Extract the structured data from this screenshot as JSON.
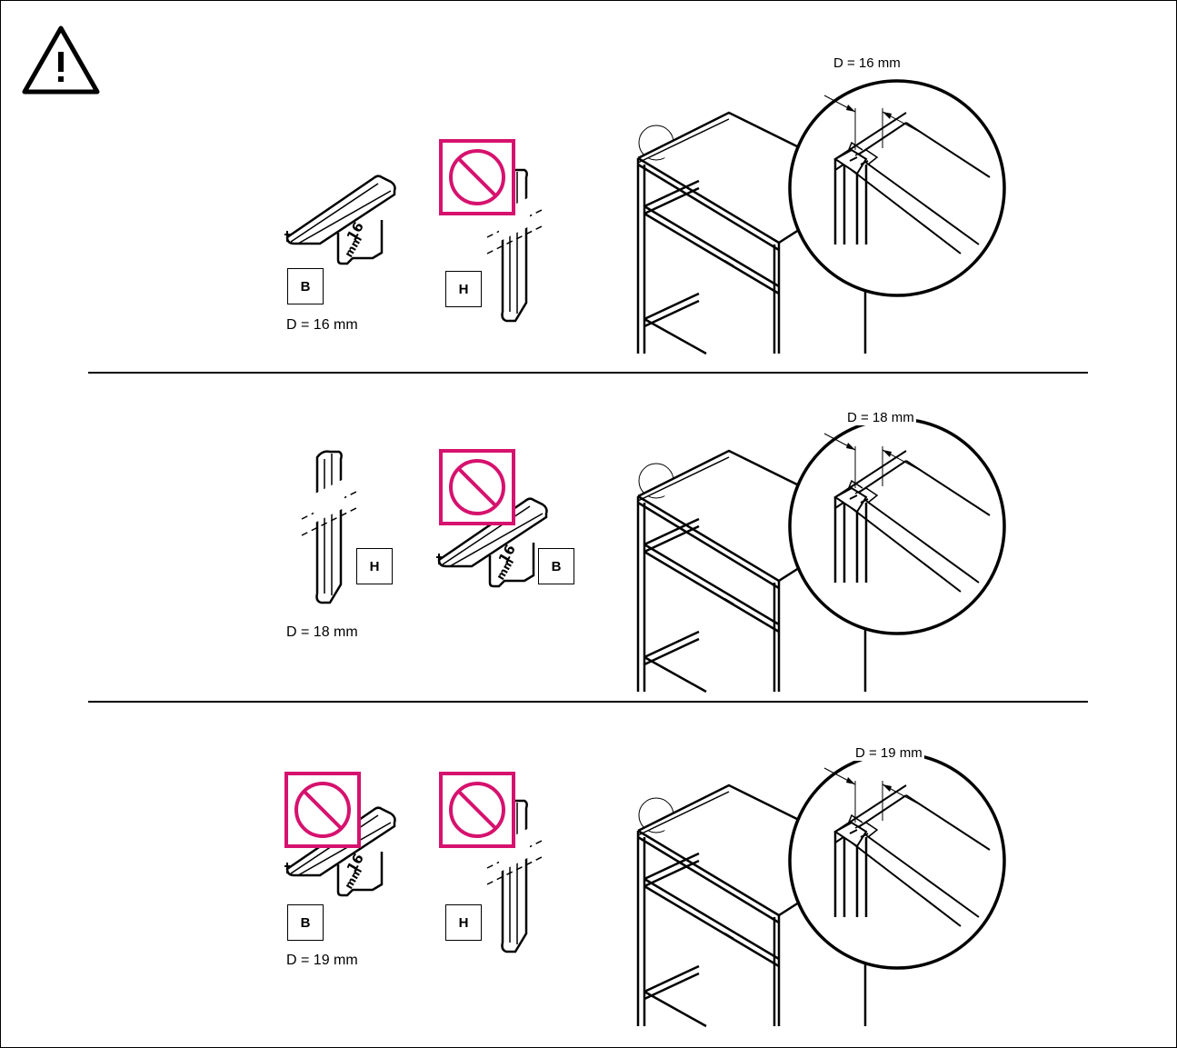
{
  "warning_icon": "warning-triangle-icon",
  "prohibited_icon": "prohibited-icon",
  "accent_color": "#d6126e",
  "rows": [
    {
      "depth_label": "D = 16 mm",
      "detail_label": "D = 16 mm",
      "part_b": {
        "label": "B",
        "marking": "16 mm",
        "prohibited": false
      },
      "part_h": {
        "label": "H",
        "prohibited": true
      }
    },
    {
      "depth_label": "D = 18 mm",
      "detail_label": "D = 18 mm",
      "part_h": {
        "label": "H",
        "prohibited": false
      },
      "part_b": {
        "label": "B",
        "marking": "16 mm",
        "prohibited": true
      }
    },
    {
      "depth_label": "D = 19 mm",
      "detail_label": "D = 19 mm",
      "part_b": {
        "label": "B",
        "marking": "16 mm",
        "prohibited": true
      },
      "part_h": {
        "label": "H",
        "prohibited": true
      }
    }
  ]
}
